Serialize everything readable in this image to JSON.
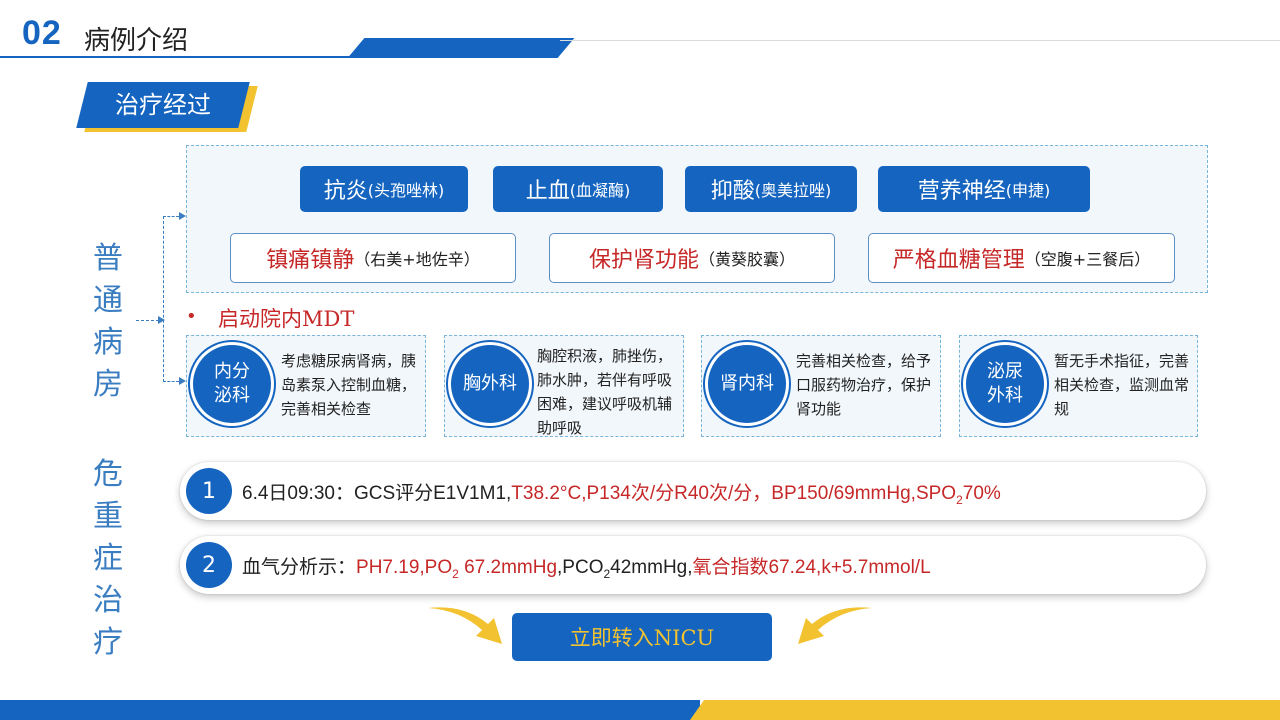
{
  "header": {
    "number": "02",
    "title": "病例介绍"
  },
  "section_tag": "治疗经过",
  "side_labels": {
    "ward": "普通病房",
    "critical": "危重症治疗"
  },
  "treatments_primary": [
    {
      "main": "抗炎",
      "sub": "(头孢唑林)"
    },
    {
      "main": "止血",
      "sub": "(血凝酶)"
    },
    {
      "main": "抑酸",
      "sub": "(奥美拉唑)"
    },
    {
      "main": "营养神经",
      "sub": "(申捷)"
    }
  ],
  "treatments_secondary": [
    {
      "main": "镇痛镇静",
      "sub": "（右美+地佐辛）"
    },
    {
      "main": "保护肾功能",
      "sub": "（黄葵胶囊）"
    },
    {
      "main": "严格血糖管理",
      "sub": "（空腹+三餐后）"
    }
  ],
  "mdt": {
    "bullet": "•",
    "label": "启动院内MDT"
  },
  "consults": [
    {
      "dept_line1": "内分",
      "dept_line2": "泌科",
      "text": "考虑糖尿病肾病，胰岛素泵入控制血糖，完善相关检查"
    },
    {
      "dept_line1": "胸外科",
      "dept_line2": "",
      "text": "胸腔积液，肺挫伤，肺水肿，若伴有呼吸困难，建议呼吸机辅助呼吸"
    },
    {
      "dept_line1": "肾内科",
      "dept_line2": "",
      "text": "完善相关检查，给予口服药物治疗，保护肾功能"
    },
    {
      "dept_line1": "泌尿",
      "dept_line2": "外科",
      "text": "暂无手术指征，完善相关检查，监测血常规"
    }
  ],
  "events": [
    {
      "number": "1",
      "prefix": "6.4日09:30：GCS评分E1V1M1,",
      "vitals": "T38.2°C,P134次/分R40次/分，BP150/69mmHg,SPO",
      "vitals_sub": "2",
      "vitals_end": "70%"
    },
    {
      "number": "2",
      "prefix": "血气分析示：",
      "ph": "PH7.19,PO",
      "po2_sub": "2",
      "po2_val": " 67.2mmHg",
      "pco2_label": ",PCO",
      "pco2_sub": "2",
      "pco2_val": "42mmHg,",
      "oxy": "氧合指数67.24,k+5.7mmol/L"
    }
  ],
  "nicu_label": "立即转入NICU",
  "colors": {
    "primary": "#1565c0",
    "accent": "#f2c230",
    "alert": "#c62828"
  }
}
